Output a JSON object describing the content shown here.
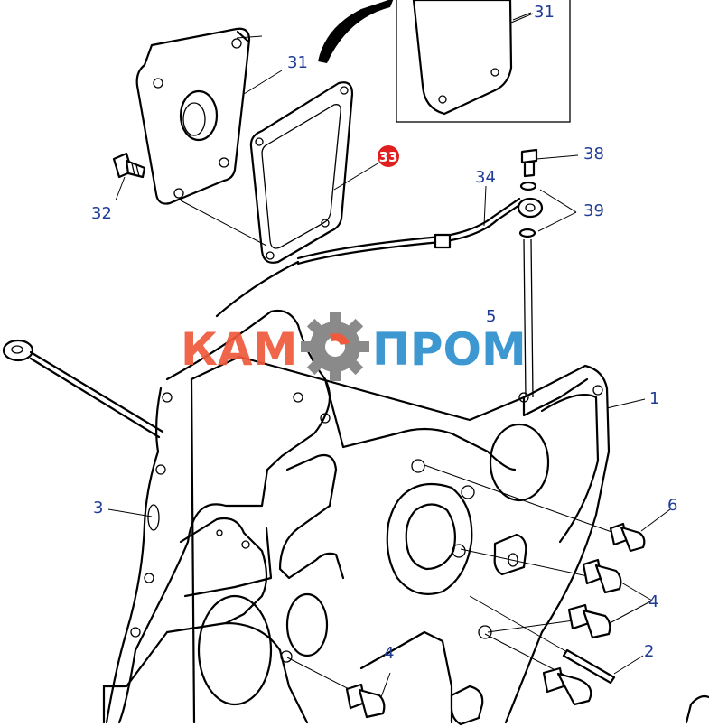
{
  "callouts": {
    "c31_top": "31",
    "c31_left": "31",
    "c32": "32",
    "c33": "33",
    "c34": "34",
    "c38": "38",
    "c39": "39",
    "c5": "5",
    "c1": "1",
    "c3": "3",
    "c6": "6",
    "c4_right": "4",
    "c4_bottom": "4",
    "c2": "2"
  },
  "watermark": {
    "left_text": "КАМ",
    "right_text": "ПРОМ",
    "left_color": "#ef5a3c",
    "right_color": "#2d8fce",
    "gear_icon": "gear-icon"
  },
  "colors": {
    "callout_text": "#1f3c96",
    "highlight_marker": "#e02020",
    "line_art": "#000000"
  }
}
